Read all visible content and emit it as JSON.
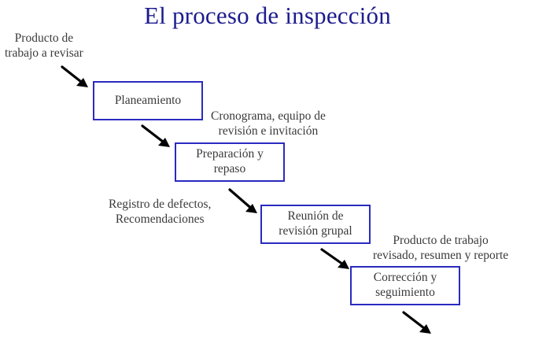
{
  "title": "El proceso de inspección",
  "steps": [
    {
      "lines": [
        "Planeamiento"
      ]
    },
    {
      "lines": [
        "Preparación y",
        "repaso"
      ]
    },
    {
      "lines": [
        "Reunión de",
        "revisión grupal"
      ]
    },
    {
      "lines": [
        "Corrección y",
        "seguimiento"
      ]
    }
  ],
  "notes": {
    "input": [
      "Producto de",
      "trabajo a revisar"
    ],
    "after_planning": [
      "Cronograma, equipo de",
      "revisión e invitación"
    ],
    "after_preparation": [
      "Registro de defectos,",
      "Recomendaciones"
    ],
    "after_meeting": [
      "Producto de trabajo",
      "revisado, resumen y reporte"
    ]
  },
  "colors": {
    "title": "#1c1c8e",
    "box_border": "#2a2ac0",
    "arrow": "#000000"
  }
}
